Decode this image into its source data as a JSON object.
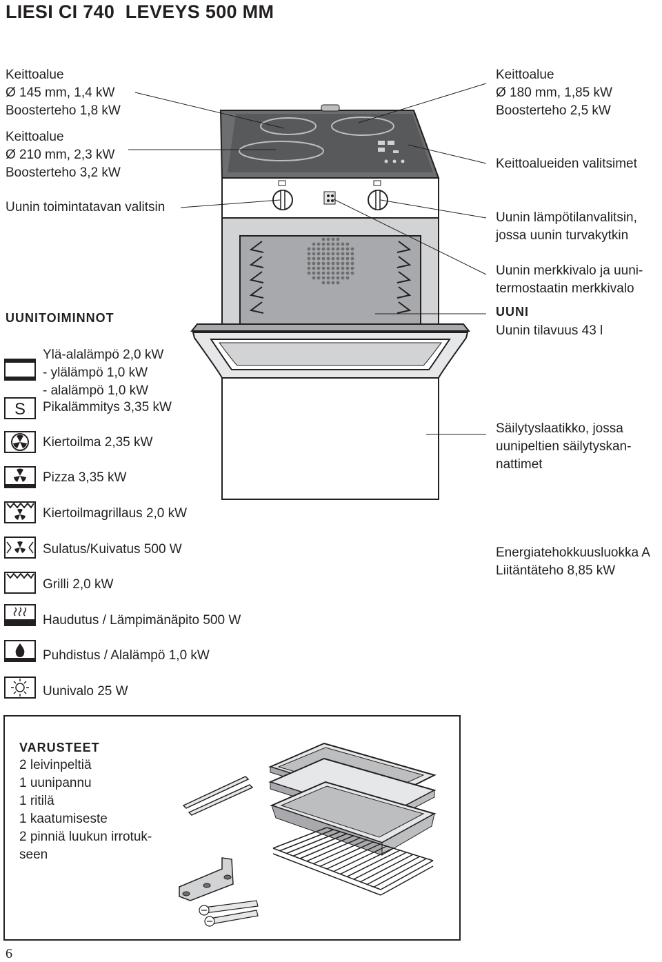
{
  "page": {
    "title": "LIESI CI 740  LEVEYS 500 MM",
    "page_number": "6"
  },
  "left_labels": {
    "zone_small": [
      "Keittoalue",
      "Ø 145 mm, 1,4 kW",
      "Boosterteho 1,8 kW"
    ],
    "zone_large": [
      "Keittoalue",
      "Ø 210 mm, 2,3 kW",
      "Boosterteho 3,2 kW"
    ],
    "mode_selector": "Uunin toimintatavan valitsin"
  },
  "right_labels": {
    "zone_medium": [
      "Keittoalue",
      "Ø 180 mm, 1,85 kW",
      "Boosterteho 2,5 kW"
    ],
    "zone_selectors": "Keittoalueiden valitsimet",
    "thermostat": [
      "Uunin lämpötilanvalitsin,",
      "jossa uunin turvakytkin"
    ],
    "indicator": [
      "Uunin merkkivalo ja uuni-",
      "termostaatin merkkivalo"
    ],
    "oven_header": "UUNI",
    "oven_volume": "Uunin tilavuus 43 l",
    "storage": [
      "Säilytyslaatikko, jossa",
      "uunipeltien säilytyskan-",
      "nattimet"
    ],
    "energy": [
      "Energiatehokkuusluokka A",
      "Liitäntäteho 8,85 kW"
    ]
  },
  "functions": {
    "header": "UUNITOIMINNOT",
    "items": [
      {
        "icon": "top-bottom-heat-icon",
        "lines": [
          "Ylä-alalämpö 2,0 kW",
          "- ylälämpö 1,0 kW",
          "- alalämpö 1,0 kW"
        ]
      },
      {
        "icon": "rapid-heat-icon",
        "lines": [
          "Pikalämmitys 3,35 kW"
        ]
      },
      {
        "icon": "fan-heat-icon",
        "lines": [
          "Kiertoilma 2,35 kW"
        ]
      },
      {
        "icon": "pizza-icon",
        "lines": [
          "Pizza 3,35 kW"
        ]
      },
      {
        "icon": "fan-grill-icon",
        "lines": [
          "Kiertoilmagrillaus 2,0 kW"
        ]
      },
      {
        "icon": "defrost-icon",
        "lines": [
          "Sulatus/Kuivatus 500 W"
        ]
      },
      {
        "icon": "grill-icon",
        "lines": [
          "Grilli 2,0 kW"
        ]
      },
      {
        "icon": "keep-warm-icon",
        "lines": [
          "Haudutus / Lämpimänäpito 500 W"
        ]
      },
      {
        "icon": "cleaning-icon",
        "lines": [
          "Puhdistus / Alalämpö 1,0 kW"
        ]
      },
      {
        "icon": "oven-light-icon",
        "lines": [
          "Uunivalo 25 W"
        ]
      }
    ]
  },
  "accessories": {
    "header": "VARUSTEET",
    "items": [
      "2 leivinpeltiä",
      "1 uunipannu",
      "1 ritilä",
      "1 kaatumiseste",
      "2 pinniä luukun irrotuk-",
      "seen"
    ]
  }
}
